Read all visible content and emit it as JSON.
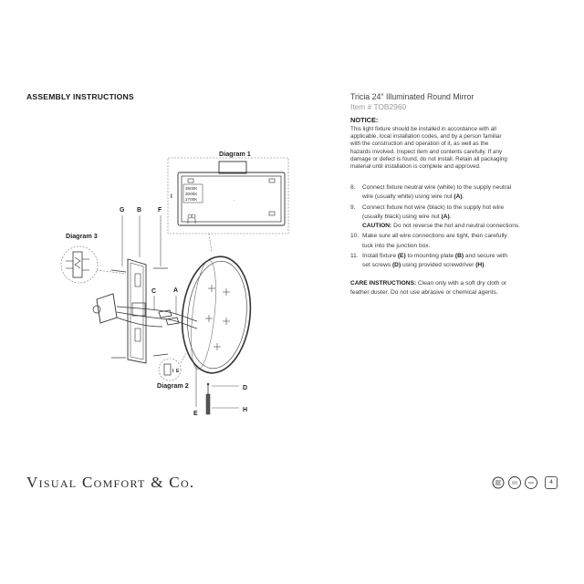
{
  "header": {
    "assembly_title": "ASSEMBLY INSTRUCTIONS",
    "product_title": "Tricia 24\" Illuminated Round Mirror",
    "item_number": "Item # TOB2960"
  },
  "notice": {
    "heading": "NOTICE:",
    "lines": [
      "This light fixture should be installed in accordance with all",
      "applicable, local installation codes, and by a person familiar",
      "with the construction and operation of it, as well as the",
      "hazards involved. Inspect item and contents carefully. If any",
      "damage or defect is found, do not install. Retain all packaging",
      "material until installation is complete and approved."
    ]
  },
  "steps": [
    {
      "num": "8.",
      "lines": [
        [
          {
            "t": "Connect fixture neutral wire (white) to the supply neutral"
          }
        ],
        [
          {
            "t": "wire (usually white) using wire nut "
          },
          {
            "t": "(A)",
            "b": true
          },
          {
            "t": "."
          }
        ]
      ]
    },
    {
      "num": "9.",
      "lines": [
        [
          {
            "t": "Connect fixture hot wire (black) to the supply hot wire"
          }
        ],
        [
          {
            "t": "(usually black) using wire nut "
          },
          {
            "t": "(A)",
            "b": true
          },
          {
            "t": "."
          }
        ],
        [
          {
            "t": "CAUTION:",
            "b": true
          },
          {
            "t": " Do not reverse the hot and neutral connections."
          }
        ]
      ]
    },
    {
      "num": "10.",
      "lines": [
        [
          {
            "t": "Make sure all wire connections are tight, then carefully"
          }
        ],
        [
          {
            "t": "tuck into the junction box."
          }
        ]
      ]
    },
    {
      "num": "11.",
      "lines": [
        [
          {
            "t": "Install fixture "
          },
          {
            "t": "(E)",
            "b": true
          },
          {
            "t": " to mounting plate "
          },
          {
            "t": "(B)",
            "b": true
          },
          {
            "t": " and secure with"
          }
        ],
        [
          {
            "t": "set screws "
          },
          {
            "t": "(D)",
            "b": true
          },
          {
            "t": " using provided screwdriver "
          },
          {
            "t": "(H)",
            "b": true
          },
          {
            "t": "."
          }
        ]
      ]
    }
  ],
  "care": {
    "heading": "CARE INSTRUCTIONS:",
    "line1": " Clean only with a soft dry cloth or",
    "line2": "feather duster. Do not use abrasive or chemical agents."
  },
  "diagrams": {
    "diagram1_label": "Diagram 1",
    "diagram2_label": "Diagram 2",
    "diagram3_label": "Diagram 3",
    "color_temps": [
      "3500K",
      "3000K",
      "2700K"
    ],
    "part_labels": {
      "G": "G",
      "B": "B",
      "F": "F",
      "C": "C",
      "A": "A",
      "D": "D",
      "E": "E",
      "H": "H",
      "I": "I"
    }
  },
  "footer": {
    "brand": "Visual Comfort & Co.",
    "page_number": "4",
    "badge_icons": [
      "etl-listed-icon",
      "damp-location-icon",
      "led-icon"
    ]
  }
}
